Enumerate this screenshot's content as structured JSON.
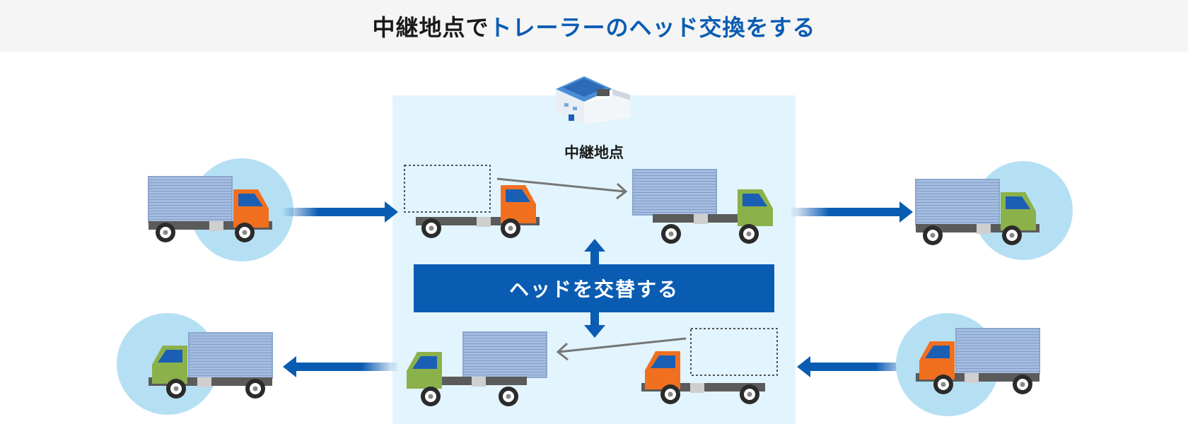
{
  "title": {
    "part1": "中継地点で",
    "part2": "トレーラーのヘッド交換をする"
  },
  "hub": {
    "label": "中継地点"
  },
  "band": {
    "label": "ヘッドを交替する"
  },
  "icons": [
    "building-icon",
    "truck-icon",
    "trailer-icon",
    "arrow-icon"
  ],
  "colors": {
    "accent": "#0a5cb3",
    "hub_bg": "#e2f4fd",
    "circle": "#b5e0f4",
    "orange_cab": "#f07020",
    "green_cab": "#8bb14a",
    "container": "#9ab3d6"
  }
}
